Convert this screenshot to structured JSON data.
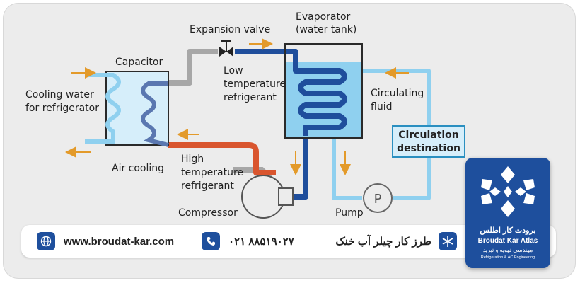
{
  "diagram": {
    "labels": {
      "expansion_valve": "Expansion valve",
      "evaporator_1": "Evaporator",
      "evaporator_2": "(water tank)",
      "capacitor": "Capacitor",
      "cooling_water_1": "Cooling water",
      "cooling_water_2": "for refrigerator",
      "low_temp_1": "Low",
      "low_temp_2": "temperature",
      "low_temp_3": "refrigerant",
      "circulating_fluid_1": "Circulating",
      "circulating_fluid_2": "fluid",
      "circulation_dest_1": "Circulation",
      "circulation_dest_2": "destination",
      "air_cooling": "Air cooling",
      "high_temp_1": "High",
      "high_temp_2": "temperature",
      "high_temp_3": "refrigerant",
      "compressor": "Compressor",
      "pump": "Pump",
      "pump_symbol": "P"
    },
    "colors": {
      "low_pipe": "#1f4e9c",
      "high_pipe": "#d9552e",
      "gray_pipe": "#a7a7a7",
      "water": "#8fd0ef",
      "box_fill": "#d6eefa",
      "arrow": "#e39a2a"
    }
  },
  "footer": {
    "website": "www.broudat-kar.com",
    "phone": "۰۲۱ ۸۸۵۱۹۰۲۷",
    "title": "طرز کار چیلر آب خنک",
    "icons": [
      "globe-icon",
      "phone-icon",
      "snowflake-icon"
    ]
  },
  "logo": {
    "name_fa": "برودت کار اطلس",
    "name_en": "Broudat Kar Atlas",
    "subtitle_fa": "مهندسی تهویه و تبرید",
    "subtitle_en": "Refrigeration & AC Engineering"
  }
}
